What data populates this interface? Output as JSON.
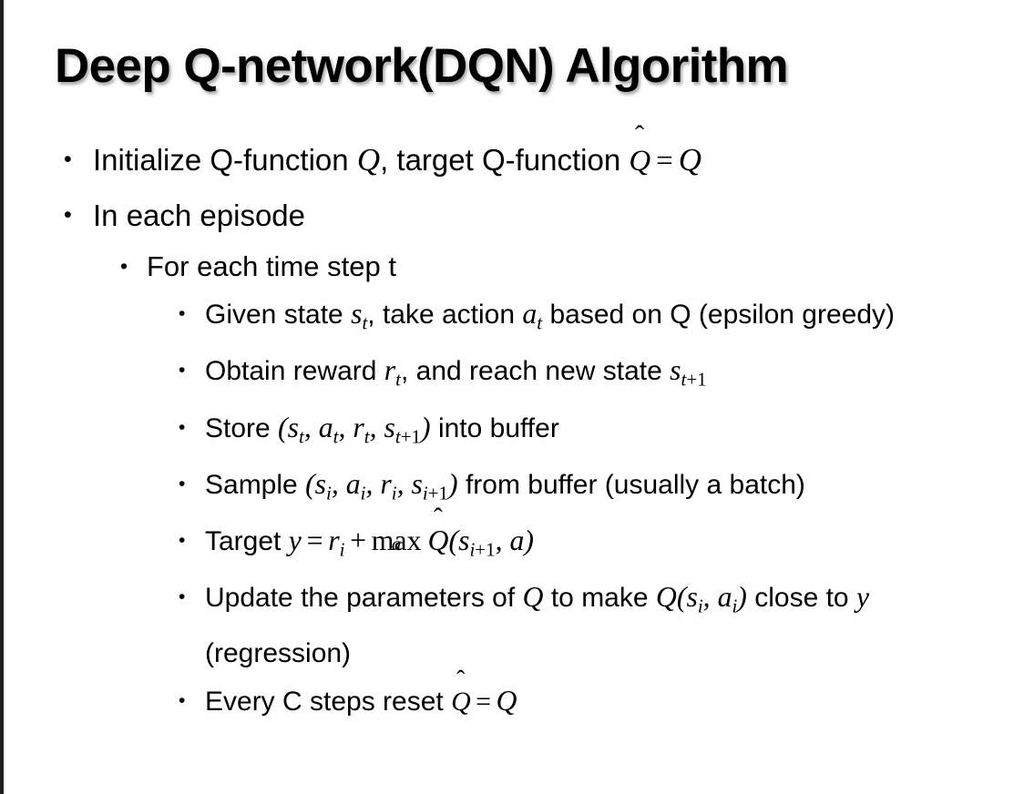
{
  "slide": {
    "title": "Deep Q-network(DQN) Algorithm",
    "background_color": "#ffffff",
    "text_color": "#000000",
    "accent_border_color": "#1d1d1d",
    "bullet_glyph": "•"
  },
  "content": {
    "level1": [
      {
        "id": "initialize",
        "plain_text": "Initialize Q-function Q, target Q-function Q̂ = Q",
        "segments": {
          "before": "Initialize Q-function ",
          "math_q1": "Q",
          "middle": ", target Q-function ",
          "math_qhat": "Q",
          "hat": "ˆ",
          "equals": "=",
          "math_q2": "Q"
        }
      },
      {
        "id": "in-each-episode",
        "plain_text": "In each episode"
      }
    ],
    "level2": [
      {
        "id": "for-each-time-step",
        "plain_text": "For each time step t"
      }
    ],
    "level3": [
      {
        "id": "given-state",
        "plain_text": "Given state s_t, take action a_t based on Q (epsilon greedy)",
        "segments": {
          "p1": "Given state ",
          "s": "s",
          "s_sub": "t",
          "p2": ", take action ",
          "a": "a",
          "a_sub": "t",
          "p3": " based on Q (epsilon greedy)"
        }
      },
      {
        "id": "obtain-reward",
        "plain_text": "Obtain reward r_t, and reach new state s_{t+1}",
        "segments": {
          "p1": "Obtain reward ",
          "r": "r",
          "r_sub": "t",
          "p2": ", and reach new state ",
          "s": "s",
          "s_sub_var": "t",
          "s_sub_plus": "+1"
        }
      },
      {
        "id": "store-into-buffer",
        "plain_text": "Store (s_t, a_t, r_t, s_{t+1}) into buffer",
        "segments": {
          "p1": "Store ",
          "open": "(",
          "v1": "s",
          "v1_sub": "t",
          "sep1": ", ",
          "v2": "a",
          "v2_sub": "t",
          "sep2": ", ",
          "v3": "r",
          "v3_sub": "t",
          "sep3": ", ",
          "v4": "s",
          "v4_sub_var": "t",
          "v4_sub_plus": "+1",
          "close": ")",
          "p2": " into buffer"
        }
      },
      {
        "id": "sample-from-buffer",
        "plain_text": "Sample (s_i, a_i, r_i, s_{i+1}) from buffer (usually a batch)",
        "segments": {
          "p1": "Sample ",
          "open": "(",
          "v1": "s",
          "v1_sub": "i",
          "sep1": ", ",
          "v2": "a",
          "v2_sub": "i",
          "sep2": ", ",
          "v3": "r",
          "v3_sub": "i",
          "sep3": ", ",
          "v4": "s",
          "v4_sub_var": "i",
          "v4_sub_plus": "+1",
          "close": ")",
          "p2": " from buffer (usually a batch)"
        }
      },
      {
        "id": "target",
        "plain_text": "Target y = r_i + max_a Q̂(s_{i+1}, a)",
        "segments": {
          "p1": "Target ",
          "y": "y",
          "eq": "=",
          "r": "r",
          "r_sub": "i",
          "plus": "+",
          "max": "max",
          "max_sub": "a",
          "qhat": "Q",
          "hat": "ˆ",
          "open": "(",
          "s": "s",
          "s_sub_var": "i",
          "s_sub_plus": "+1",
          "sep": ", ",
          "a": "a",
          "close": ")"
        }
      },
      {
        "id": "update-parameters",
        "plain_text": "Update the parameters of Q to make Q(s_i, a_i) close to y (regression)",
        "segments": {
          "p1": "Update the parameters of ",
          "q1": "Q",
          "p2": " to make ",
          "q2": "Q",
          "open": "(",
          "v1": "s",
          "v1_sub": "i",
          "sep": ", ",
          "v2": "a",
          "v2_sub": "i",
          "close": ")",
          "p3": " close to ",
          "y": "y",
          "p4": " (regression)"
        }
      },
      {
        "id": "every-c-steps",
        "plain_text": "Every C steps reset Q̂ = Q",
        "segments": {
          "p1": "Every C steps reset ",
          "qhat": "Q",
          "hat": "ˆ",
          "eq": "=",
          "q": "Q"
        }
      }
    ]
  }
}
